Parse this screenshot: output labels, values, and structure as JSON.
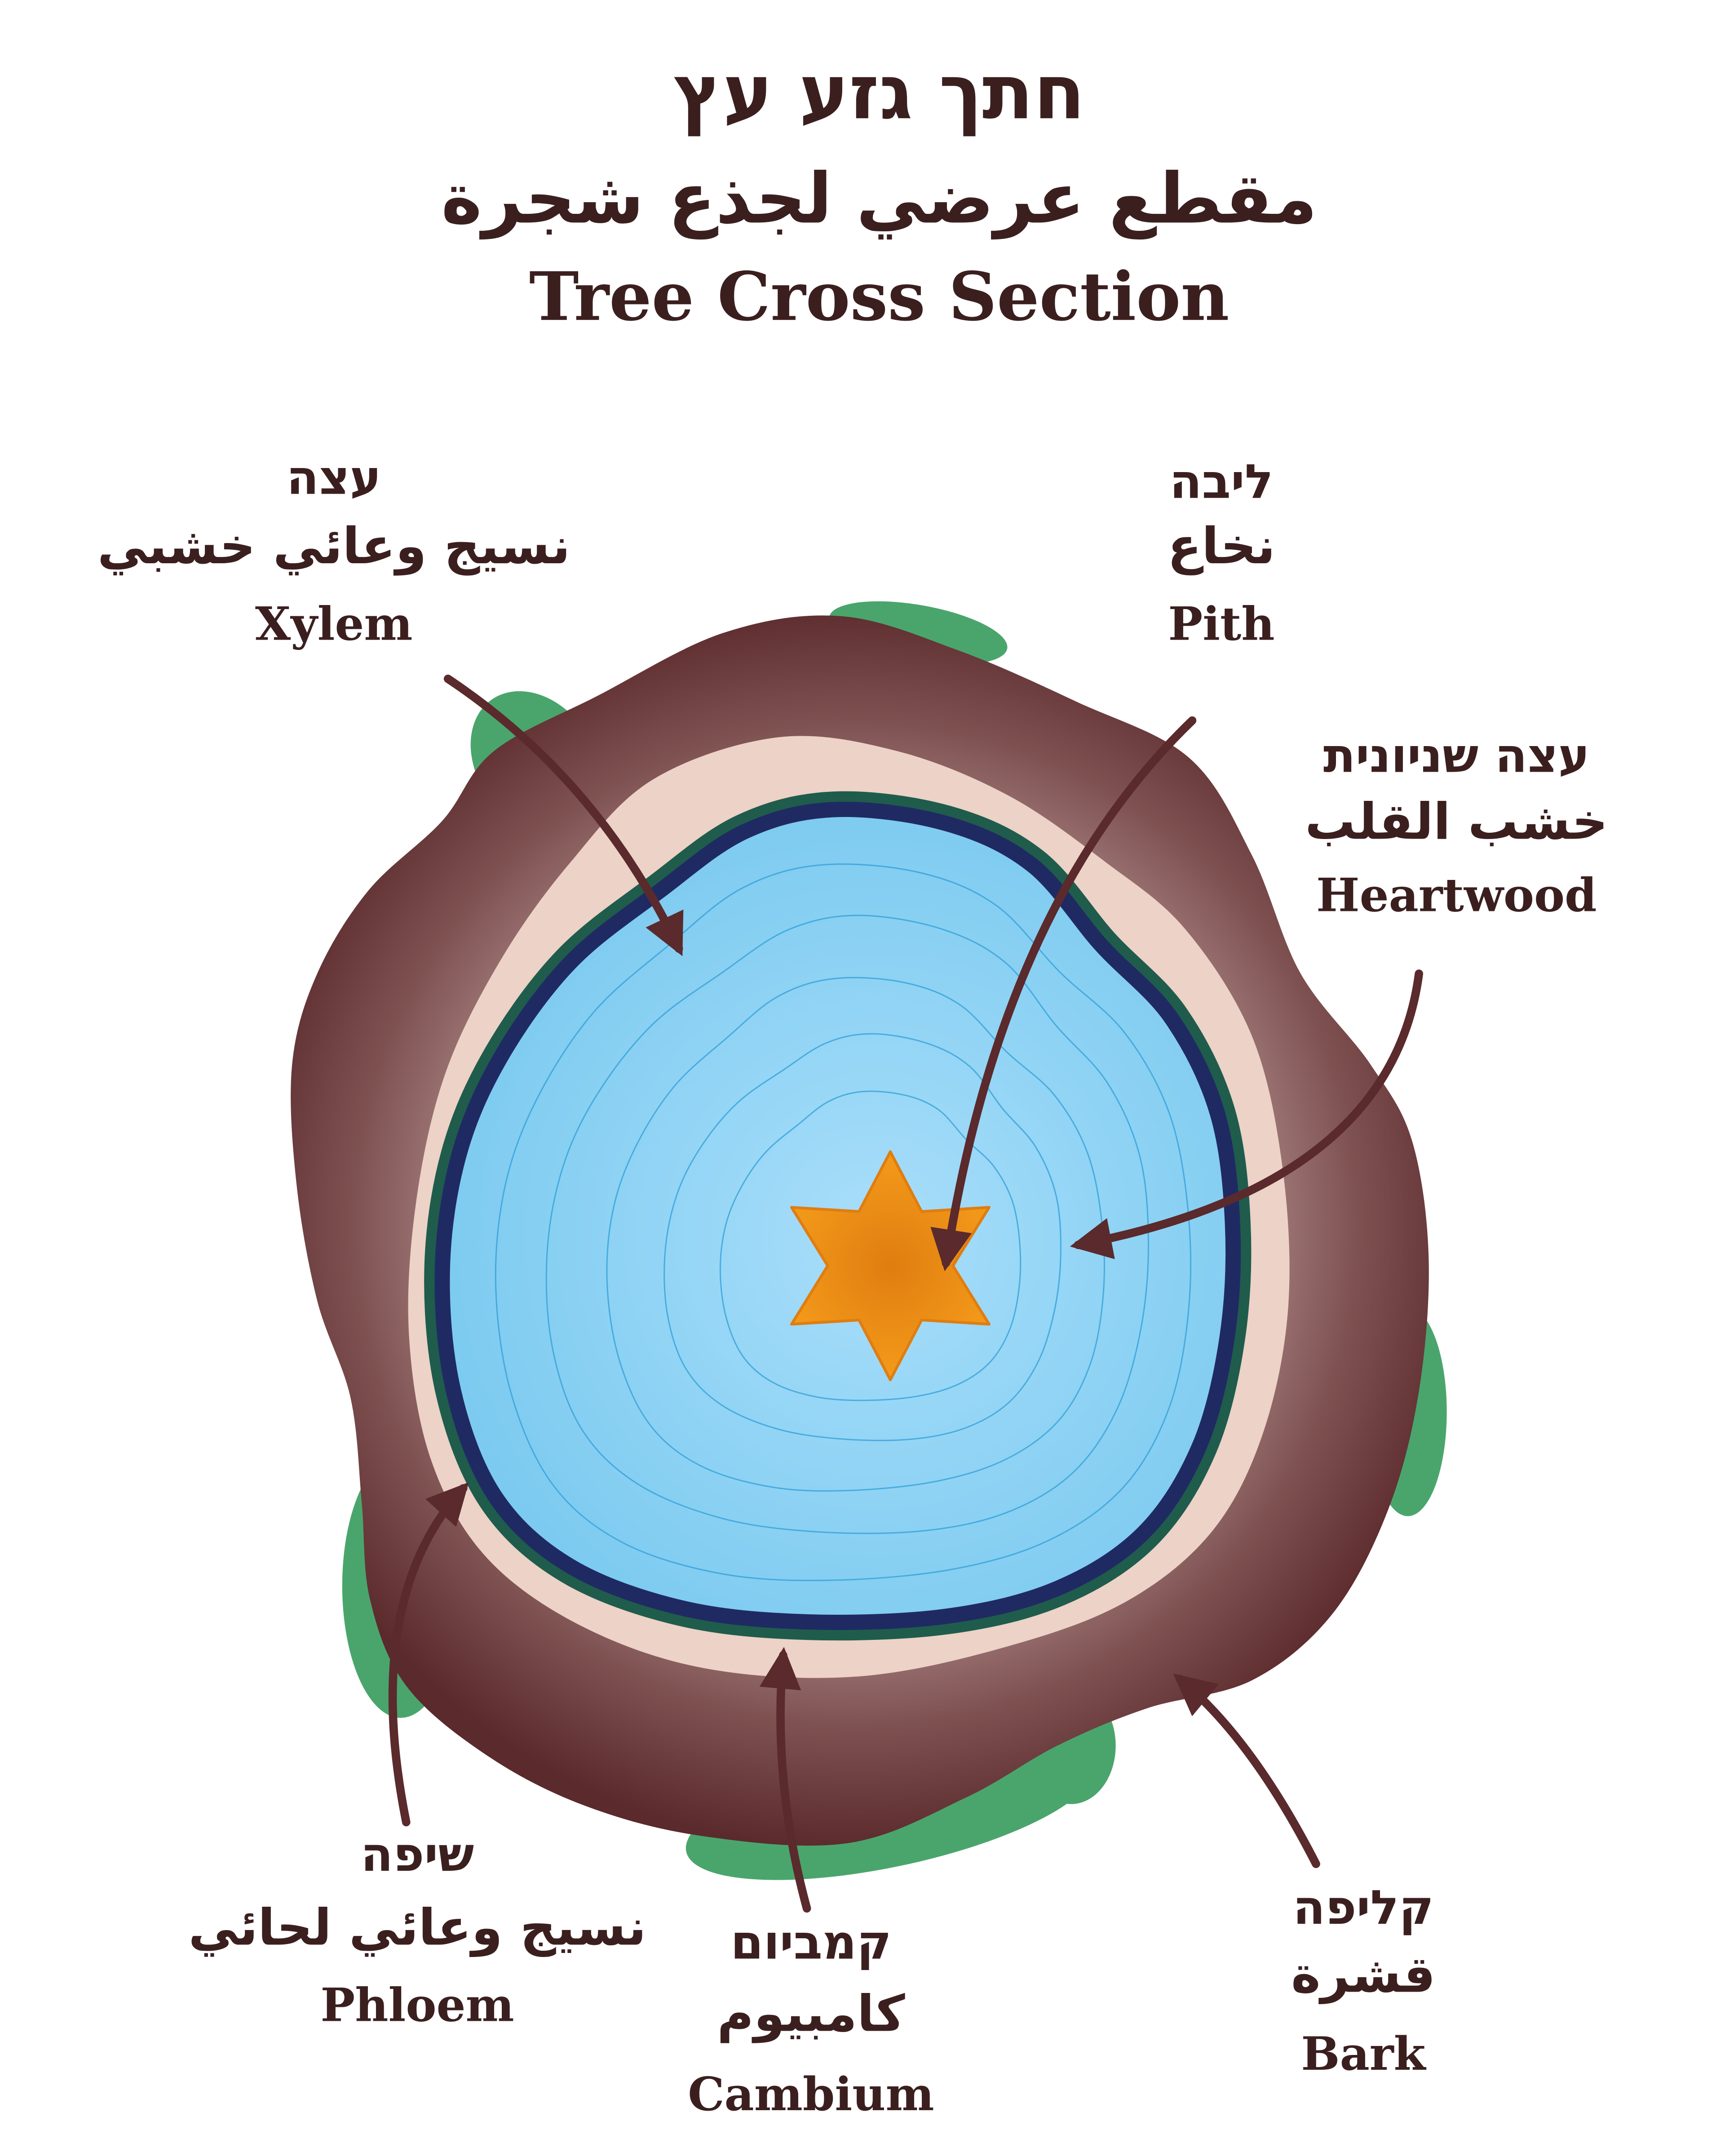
{
  "title": {
    "hebrew": "חתך גזע עץ",
    "arabic": "مقطع عرضي لجذع شجرة",
    "english": "Tree Cross Section"
  },
  "labels": {
    "xylem": {
      "hebrew": "עצה",
      "arabic": "نسيج وعائي خشبي",
      "english": "Xylem"
    },
    "pith": {
      "hebrew": "ליבה",
      "arabic": "نخاع",
      "english": "Pith"
    },
    "heartwood": {
      "hebrew": "עצה שניונית",
      "arabic": "خشب القلب",
      "english": "Heartwood"
    },
    "phloem": {
      "hebrew": "שיפה",
      "arabic": "نسيج وعائي لحائي",
      "english": "Phloem"
    },
    "cambium": {
      "hebrew": "קמביום",
      "arabic": "كامبيوم",
      "english": "Cambium"
    },
    "bark": {
      "hebrew": "קליפה",
      "arabic": "قشرة",
      "english": "Bark"
    }
  },
  "colors": {
    "text": "#3b1f1f",
    "arrow": "#5a2a2c",
    "moss_green": "#4aa56c",
    "bark_outer": "#5b2a2c",
    "bark_mid": "#7f5252",
    "bark_inner": "#a88482",
    "pink_ring": "#ecd2c7",
    "outer_ring_green": "#1f5c4c",
    "inner_ring_navy": "#1f2a63",
    "wood_blue_light": "#a9defa",
    "wood_blue": "#79c9ef",
    "growth_rings": "#2f9fd8",
    "pith_orange": "#f39a1a",
    "pith_orange_dark": "#e07d10"
  }
}
